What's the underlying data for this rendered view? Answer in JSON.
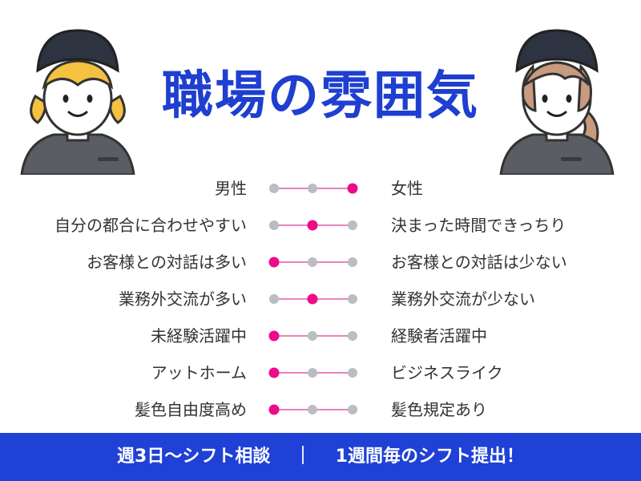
{
  "title": "職場の雰囲気",
  "colors": {
    "accent": "#1e3fd0",
    "footer": "#1f41d6",
    "active_dot": "#ee0a8a",
    "inactive_dot": "#b8bec1",
    "line": "#e05aa6"
  },
  "scales": [
    {
      "left": "男性",
      "right": "女性",
      "selected": 3
    },
    {
      "left": "自分の都合に合わせやすい",
      "right": "決まった時間できっちり",
      "selected": 2
    },
    {
      "left": "お客様との対話は多い",
      "right": "お客様との対話は少ない",
      "selected": 1
    },
    {
      "left": "業務外交流が多い",
      "right": "業務外交流が少ない",
      "selected": 2
    },
    {
      "left": "未経験活躍中",
      "right": "経験者活躍中",
      "selected": 1
    },
    {
      "left": "アットホーム",
      "right": "ビジネスライク",
      "selected": 1
    },
    {
      "left": "髪色自由度高め",
      "right": "髪色規定あり",
      "selected": 1
    }
  ],
  "footer": {
    "text": "週3日〜シフト相談　 ｜　 1週間毎のシフト提出！"
  }
}
